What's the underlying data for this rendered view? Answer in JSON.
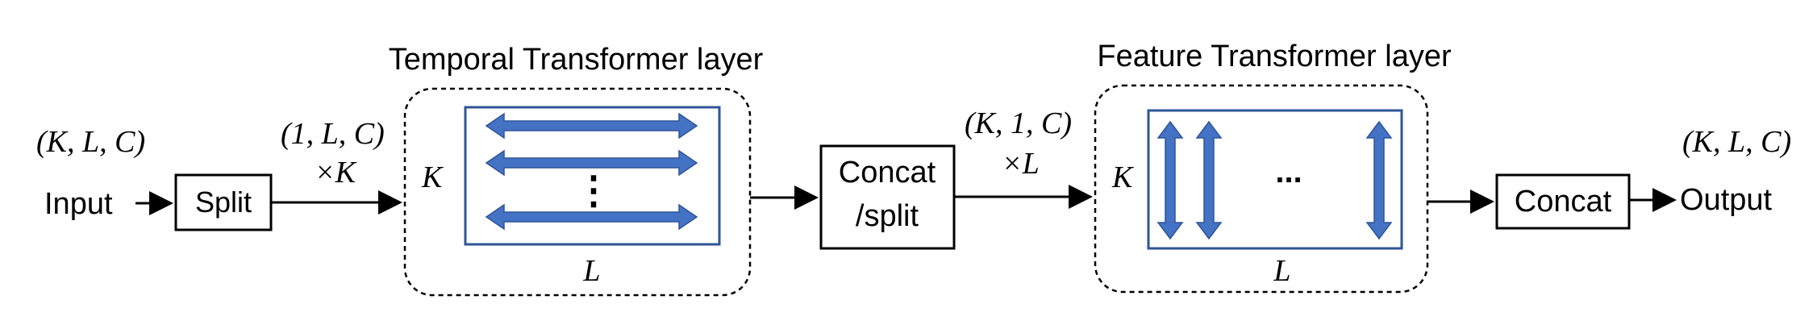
{
  "labels": {
    "input": "Input",
    "output": "Output",
    "input_shape": "(K, L, C)",
    "split_shape": "(1, L, C)",
    "split_times": "×K",
    "concat_split_shape": "(K, 1, C)",
    "concat_split_times": "×L",
    "output_shape": "(K, L, C)"
  },
  "boxes": {
    "split": "Split",
    "concat_split_line1": "Concat",
    "concat_split_line2": "/split",
    "concat": "Concat"
  },
  "temporal_layer": {
    "title": "Temporal Transformer layer",
    "k_label": "K",
    "l_label": "L",
    "vertical_ellipsis": "⋮"
  },
  "feature_layer": {
    "title": "Feature Transformer layer",
    "k_label": "K",
    "l_label": "L",
    "horizontal_ellipsis": "..."
  },
  "colors": {
    "arrow_fill": "#4472C4",
    "arrow_stroke": "#2F5597",
    "inner_box_border": "#2F5597",
    "line": "#000000"
  }
}
